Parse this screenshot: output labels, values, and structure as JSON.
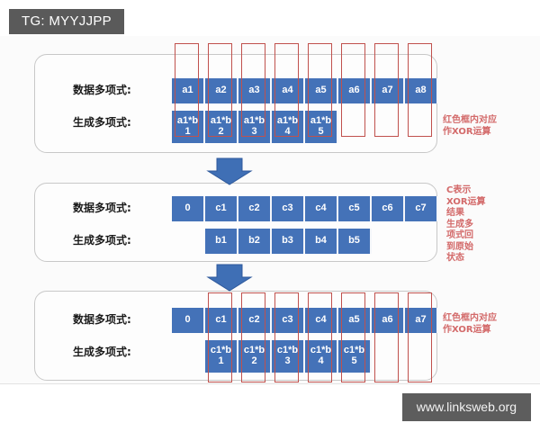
{
  "badge": {
    "label": "TG: MYYJJPP"
  },
  "watermark": {
    "label": "www.linksweb.org"
  },
  "labels": {
    "data_poly": "数据多项式:",
    "gen_poly": "生成多项式:"
  },
  "colors": {
    "cell_blue": "#4472b8",
    "red_box": "#c0514d",
    "note_red": "#d36a6a",
    "badge_gray": "#5a5a5a",
    "panel_border": "#c8c8c8",
    "arrow_blue": "#3f6fb5"
  },
  "panels": [
    {
      "id": "panel-top",
      "rows": [
        {
          "name": "data-polynomial-row",
          "label": "数据多项式:",
          "offset": 0,
          "cells": [
            "a1",
            "a2",
            "a3",
            "a4",
            "a5",
            "a6",
            "a7",
            "a8"
          ]
        },
        {
          "name": "generator-polynomial-row",
          "label": "生成多项式:",
          "offset": 0,
          "cells": [
            "a1*b1",
            "a1*b2",
            "a1*b3",
            "a1*b4",
            "a1*b5"
          ]
        }
      ],
      "red_box_columns": [
        0,
        1,
        2,
        3,
        4,
        5,
        6,
        7
      ],
      "note": "红色框内对应\n作XOR运算"
    },
    {
      "id": "panel-middle",
      "rows": [
        {
          "name": "data-polynomial-row",
          "label": "数据多项式:",
          "offset": 0,
          "cells": [
            "0",
            "c1",
            "c2",
            "c3",
            "c4",
            "c5",
            "c6",
            "c7"
          ]
        },
        {
          "name": "generator-polynomial-row",
          "label": "生成多项式:",
          "offset": 1,
          "cells": [
            "b1",
            "b2",
            "b3",
            "b4",
            "b5"
          ]
        }
      ],
      "red_box_columns": [],
      "note": "C表示\nXOR运算\n结果\n生成多\n项式回\n到原始\n状态"
    },
    {
      "id": "panel-bottom",
      "rows": [
        {
          "name": "data-polynomial-row",
          "label": "数据多项式:",
          "offset": 0,
          "cells": [
            "0",
            "c1",
            "c2",
            "c3",
            "c4",
            "a5",
            "a6",
            "a7"
          ]
        },
        {
          "name": "generator-polynomial-row",
          "label": "生成多项式:",
          "offset": 1,
          "cells": [
            "c1*b1",
            "c1*b2",
            "c1*b3",
            "c1*b4",
            "c1*b5"
          ]
        }
      ],
      "red_box_columns": [
        1,
        2,
        3,
        4,
        5,
        6,
        7
      ],
      "note": "红色框内对应\n作XOR运算"
    }
  ],
  "arrows": [
    {
      "name": "arrow-step-1",
      "direction": "down"
    },
    {
      "name": "arrow-step-2",
      "direction": "down"
    }
  ]
}
